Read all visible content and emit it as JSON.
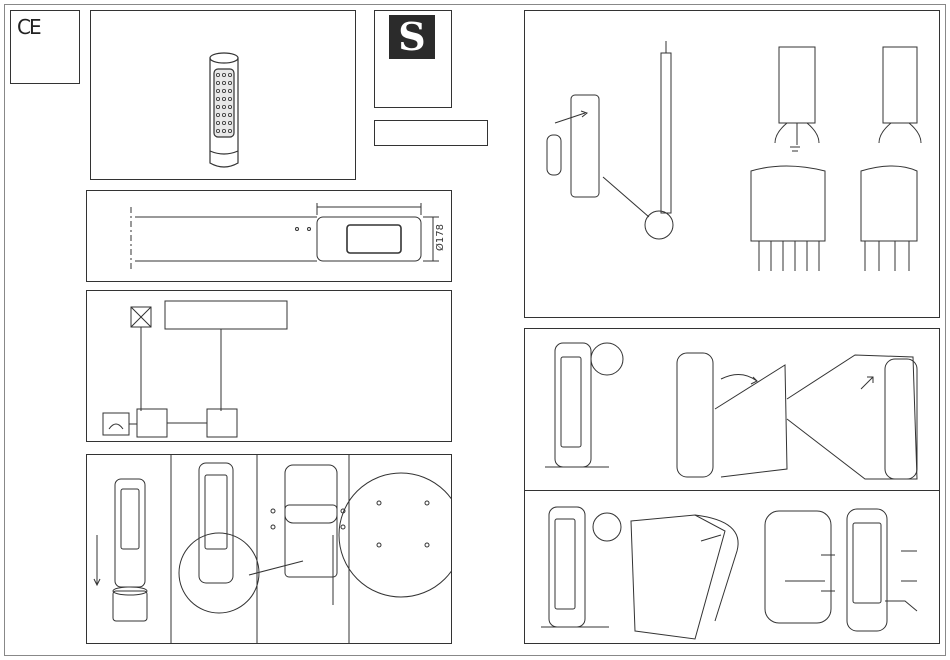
{
  "sheet": {
    "ce_mark": "CE",
    "brand_logo": "S",
    "dimension_diameter": "Ø178"
  },
  "colors": {
    "line": "#333333",
    "paper": "#ffffff",
    "logo_bg": "#2b2b2b"
  },
  "icons": [
    "ce-mark-icon",
    "brand-logo-icon",
    "junction-box-icon",
    "earth-ground-icon",
    "cable-gland-icon",
    "rotate-arrow-icon",
    "screw-icon"
  ]
}
